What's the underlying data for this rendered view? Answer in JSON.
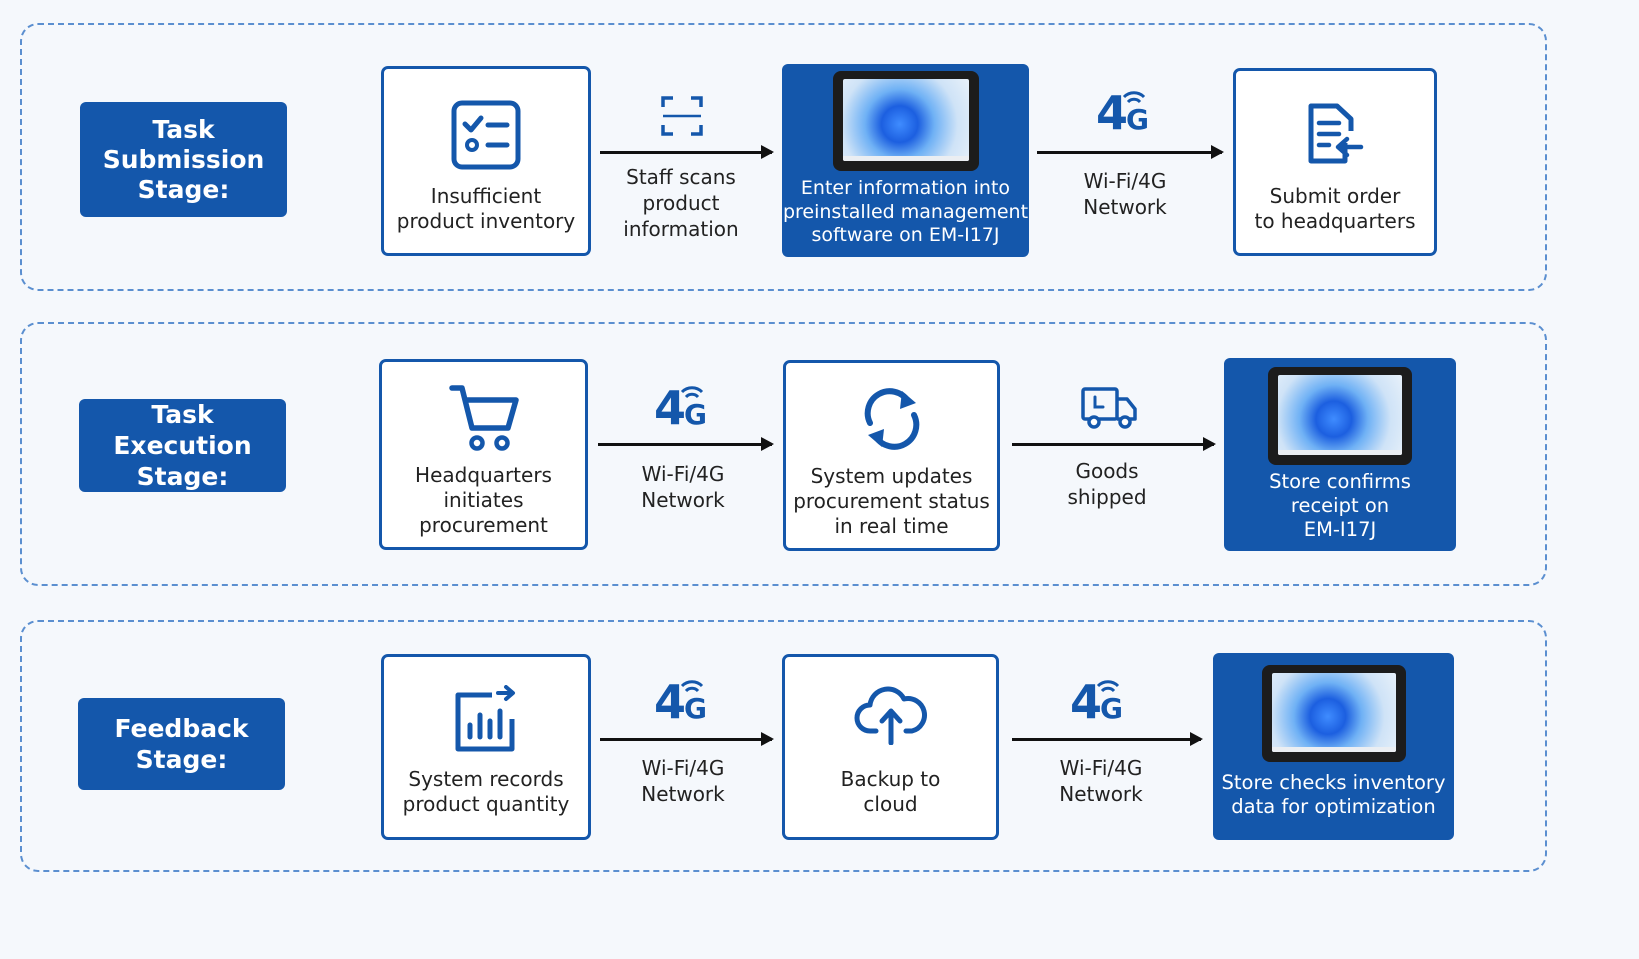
{
  "stages": [
    {
      "label": "Task\nSubmission\nStage:",
      "nodes": [
        {
          "text": "Insufficient\nproduct inventory",
          "icon": "checklist-icon",
          "filled": false
        },
        {
          "text": "Enter information into\npreinstalled management\nsoftware on EM-I17J",
          "icon": "tablet-device-image",
          "filled": true
        },
        {
          "text": "Submit order\nto headquarters",
          "icon": "document-submit-icon",
          "filled": false
        }
      ],
      "connectors": [
        {
          "text": "Staff scans\nproduct\ninformation",
          "icon": "scan-icon"
        },
        {
          "text": "Wi-Fi/4G\nNetwork",
          "icon": "4g-signal-icon"
        }
      ]
    },
    {
      "label": "Task Execution\nStage:",
      "nodes": [
        {
          "text": "Headquarters\ninitiates\nprocurement",
          "icon": "shopping-cart-icon",
          "filled": false
        },
        {
          "text": "System updates\nprocurement status\nin real time",
          "icon": "sync-icon",
          "filled": false
        },
        {
          "text": "Store confirms\nreceipt on\nEM-I17J",
          "icon": "tablet-device-image",
          "filled": true
        }
      ],
      "connectors": [
        {
          "text": "Wi-Fi/4G\nNetwork",
          "icon": "4g-signal-icon"
        },
        {
          "text": "Goods\nshipped",
          "icon": "delivery-truck-icon"
        }
      ]
    },
    {
      "label": "Feedback\nStage:",
      "nodes": [
        {
          "text": "System records\nproduct quantity",
          "icon": "bar-chart-icon",
          "filled": false
        },
        {
          "text": "Backup to\ncloud",
          "icon": "cloud-upload-icon",
          "filled": false
        },
        {
          "text": "Store checks inventory\ndata for optimization",
          "icon": "tablet-device-image",
          "filled": true
        }
      ],
      "connectors": [
        {
          "text": "Wi-Fi/4G\nNetwork",
          "icon": "4g-signal-icon"
        },
        {
          "text": "Wi-Fi/4G\nNetwork",
          "icon": "4g-signal-icon"
        }
      ]
    }
  ],
  "network_glyph": "4",
  "network_glyph_sub": "G",
  "colors": {
    "primary": "#1457ab",
    "dashed_border": "#5b8fd0",
    "background": "#f5f8fc",
    "arrow": "#111111"
  }
}
